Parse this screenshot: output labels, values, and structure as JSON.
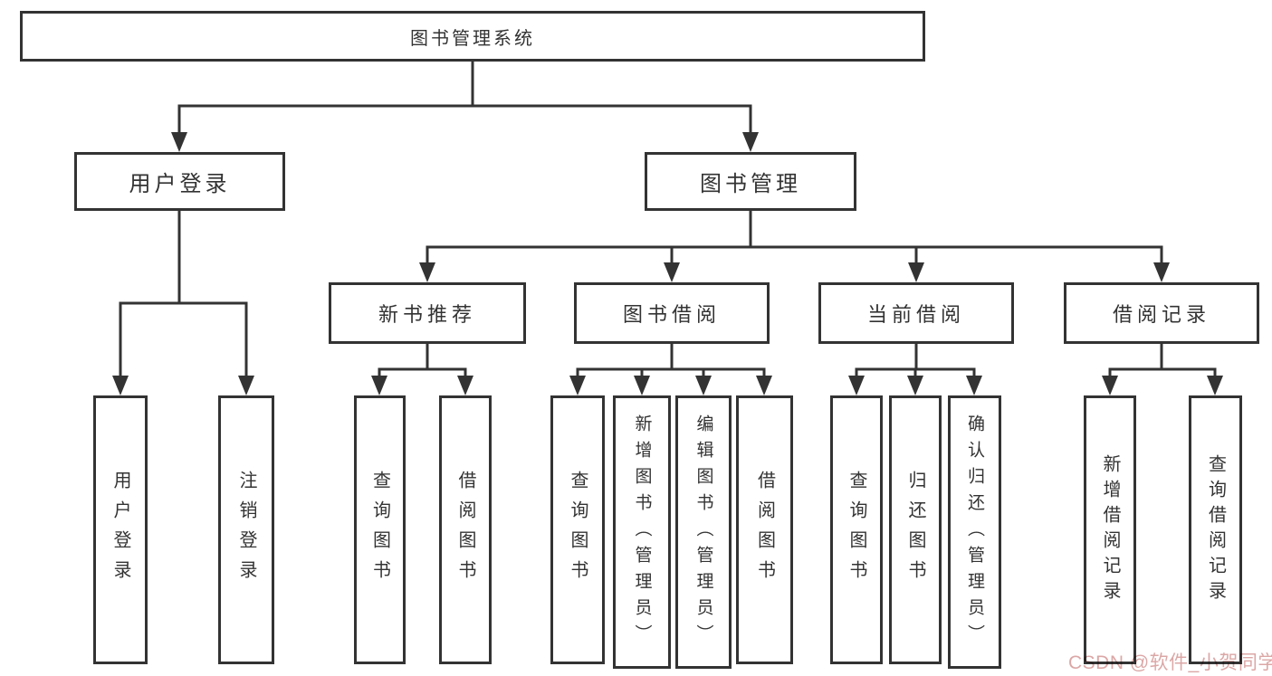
{
  "diagram": {
    "root": {
      "label": "图书管理系统"
    },
    "branches": [
      {
        "label": "用户登录",
        "leaves": [
          "用户登录",
          "注销登录"
        ]
      },
      {
        "label": "图书管理",
        "groups": [
          {
            "label": "新书推荐",
            "leaves": [
              "查询图书",
              "借阅图书"
            ]
          },
          {
            "label": "图书借阅",
            "leaves": [
              "查询图书",
              "新增图书（管理员）",
              "编辑图书（管理员）",
              "借阅图书"
            ]
          },
          {
            "label": "当前借阅",
            "leaves": [
              "查询图书",
              "归还图书",
              "确认归还（管理员）"
            ]
          },
          {
            "label": "借阅记录",
            "leaves": [
              "新增借阅记录",
              "查询借阅记录"
            ]
          }
        ]
      }
    ]
  },
  "watermark": {
    "text": "CSDN @软件_小贺同学",
    "color": "#c87876"
  },
  "colors": {
    "line": "#333333",
    "box_border": "#333333",
    "text": "#333333",
    "background": "#ffffff"
  }
}
